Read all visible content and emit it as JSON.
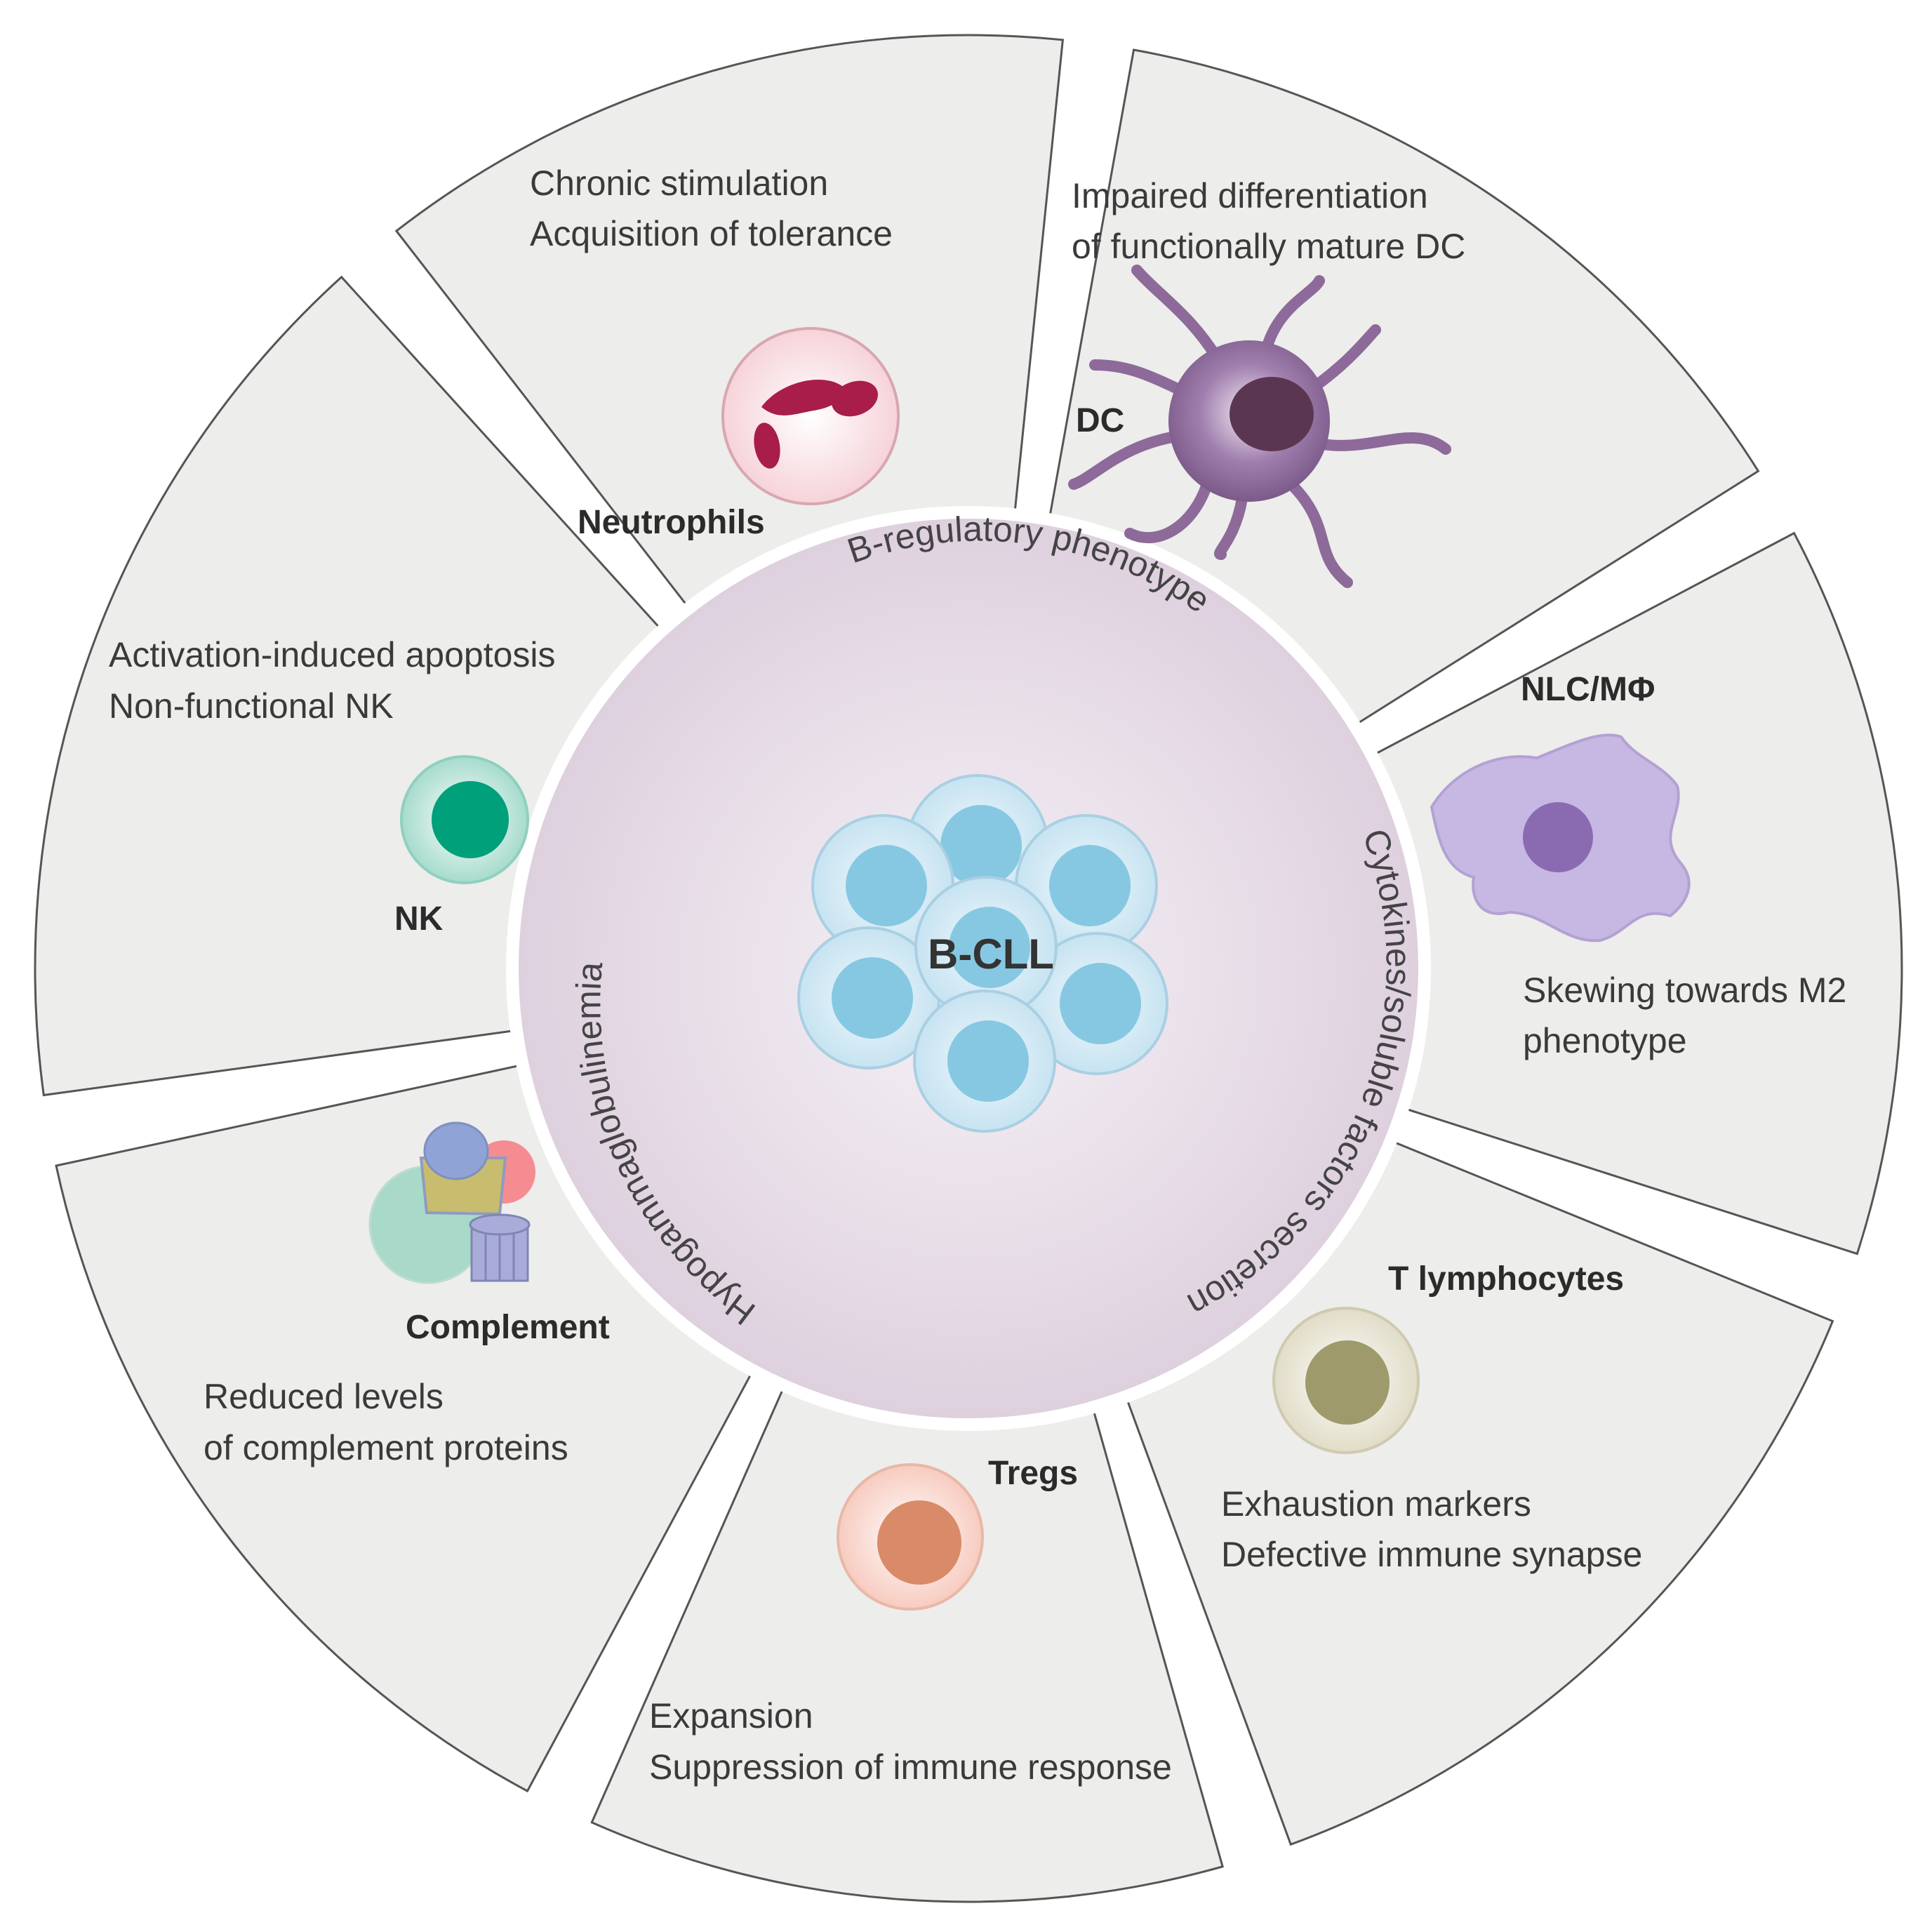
{
  "center": {
    "label": "B-CLL"
  },
  "ring": {
    "top": "B-regulatory phenotype",
    "right": "Cytokines/soluble factors secretion",
    "left": "Hypogammaglobulinemia"
  },
  "segments": {
    "neutrophils": {
      "label": "Neutrophils",
      "line1": "Chronic stimulation",
      "line2": "Acquisition of tolerance"
    },
    "dc": {
      "label": "DC",
      "line1": "Impaired differentiation",
      "line2": "of functionally mature DC"
    },
    "nlc": {
      "label": "NLC/MΦ",
      "line1": "Skewing towards M2",
      "line2": "phenotype"
    },
    "tcells": {
      "label": "T lymphocytes",
      "line1": "Exhaustion markers",
      "line2": "Defective immune synapse"
    },
    "tregs": {
      "label": "Tregs",
      "line1": "Expansion",
      "line2": "Suppression of immune response"
    },
    "complement": {
      "label": "Complement",
      "line1": "Reduced levels",
      "line2": "of complement proteins"
    },
    "nk": {
      "label": "NK",
      "line1": "Activation-induced apoptosis",
      "line2": "Non-functional NK"
    }
  },
  "colors": {
    "segment_fill": "#ededeb",
    "segment_stroke": "#555555",
    "center_fill": "#e3d7e3",
    "bcll_cell": "#cfe7f3",
    "bcll_nucleus": "#86c8e2",
    "neutrophil_nucleus": "#a81d4a",
    "dc_body": "#8d6a9a",
    "nlc_body": "#c7b7e3",
    "nk_nucleus": "#00a07a",
    "tcell_nucleus": "#9f9a6c",
    "treg_nucleus": "#d98a68"
  }
}
